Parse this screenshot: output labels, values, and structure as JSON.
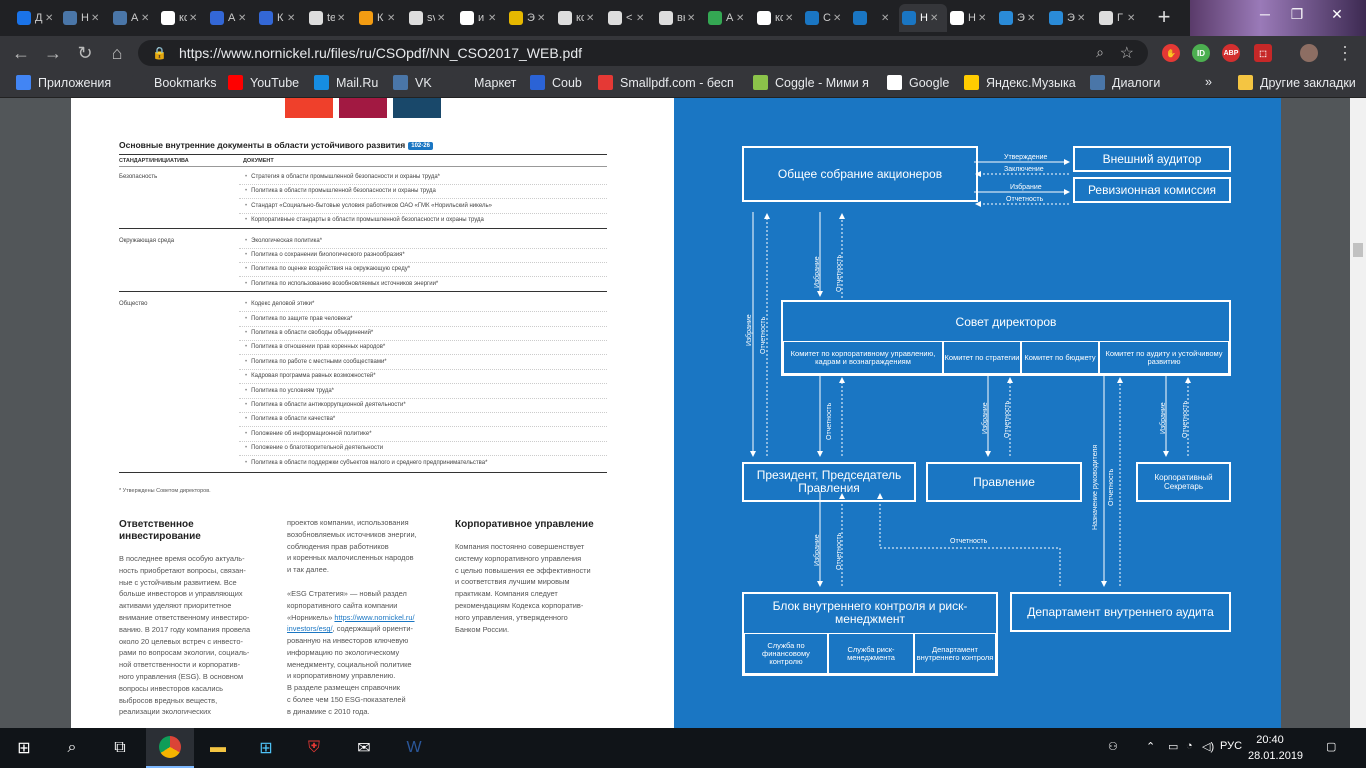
{
  "tabs": [
    {
      "title": "Д",
      "color": "#1a73e8",
      "icon": "chat-icon"
    },
    {
      "title": "Н",
      "color": "#4a76a8",
      "icon": "vk-icon"
    },
    {
      "title": "А",
      "color": "#4a76a8",
      "icon": "vk-icon"
    },
    {
      "title": "кс",
      "color": "#ffffff",
      "icon": "google-icon"
    },
    {
      "title": "А",
      "color": "#3367d6",
      "icon": "site-icon"
    },
    {
      "title": "К",
      "color": "#3367d6",
      "icon": "site-icon"
    },
    {
      "title": "te",
      "color": "#dddddd",
      "icon": "page-icon"
    },
    {
      "title": "К",
      "color": "#f39c12",
      "icon": "site-icon"
    },
    {
      "title": "sv",
      "color": "#dddddd",
      "icon": "page-icon"
    },
    {
      "title": "и",
      "color": "#ffffff",
      "icon": "google-icon"
    },
    {
      "title": "Э",
      "color": "#e6b800",
      "icon": "site-icon"
    },
    {
      "title": "кс",
      "color": "#dddddd",
      "icon": "page-icon"
    },
    {
      "title": "<",
      "color": "#dddddd",
      "icon": "page-icon"
    },
    {
      "title": "вы",
      "color": "#dddddd",
      "icon": "page-icon"
    },
    {
      "title": "А",
      "color": "#34a853",
      "icon": "site-icon"
    },
    {
      "title": "кс",
      "color": "#ffffff",
      "icon": "google-icon"
    },
    {
      "title": "С",
      "color": "#1a76c3",
      "icon": "nornickel-icon"
    },
    {
      "title": "",
      "color": "#1a76c3",
      "icon": "nornickel-icon"
    },
    {
      "title": "Н",
      "color": "#1a76c3",
      "icon": "nornickel-icon"
    },
    {
      "title": "Н",
      "color": "#ffffff",
      "icon": "site-icon"
    },
    {
      "title": "Э",
      "color": "#2a8bd8",
      "icon": "site-icon"
    },
    {
      "title": "Э",
      "color": "#2a8bd8",
      "icon": "site-icon"
    },
    {
      "title": "Г",
      "color": "#dddddd",
      "icon": "page-icon"
    }
  ],
  "active_tab_index": 18,
  "url": "https://www.nornickel.ru/files/ru/CSOpdf/NN_CSO2017_WEB.pdf",
  "bookmarks": [
    {
      "label": "Приложения",
      "icon": "apps-icon",
      "color": "#4285f4"
    },
    {
      "label": "Bookmarks",
      "icon": "star-icon",
      "color": "#35363a"
    },
    {
      "label": "YouTube",
      "icon": "youtube-icon",
      "color": "#ff0000"
    },
    {
      "label": "Mail.Ru",
      "icon": "mail-icon",
      "color": "#168de2"
    },
    {
      "label": "VK",
      "icon": "vk-icon",
      "color": "#4a76a8"
    },
    {
      "label": "Маркет",
      "icon": "market-icon",
      "color": "#35363a"
    },
    {
      "label": "Coub",
      "icon": "coub-icon",
      "color": "#2b63d6"
    },
    {
      "label": "Smallpdf.com - бесп",
      "icon": "smallpdf-icon",
      "color": "#e53935"
    },
    {
      "label": "Coggle - Мими я",
      "icon": "coggle-icon",
      "color": "#8bc34a"
    },
    {
      "label": "Google",
      "icon": "google-icon",
      "color": "#ffffff"
    },
    {
      "label": "Яндекс.Музыка",
      "icon": "yandex-music-icon",
      "color": "#ffcc00"
    },
    {
      "label": "Диалоги",
      "icon": "vk-icon",
      "color": "#4a76a8"
    }
  ],
  "bookmarks_more": "»",
  "other_bookmarks": "Другие закладки",
  "doc": {
    "title": "Основные внутренние документы в области устойчивого развития",
    "title_badge": "102-26",
    "col_standard": "СТАНДАРТ/ИНИЦИАТИВА",
    "col_document": "ДОКУМЕНТ",
    "groups": [
      {
        "category": "Безопасность",
        "items": [
          "Стратегия в области промышленной безопасности и охраны труда*",
          "Политика в области промышленной безопасности и охраны труда",
          "Стандарт «Социально-бытовые условия работников ОАО «ГМК «Норильский никель»",
          "Корпоративные стандарты в области промышленной безопасности и охраны труда"
        ]
      },
      {
        "category": "Окружающая среда",
        "items": [
          "Экологическая политика*",
          "Политика о сохранении биологического разнообразия*",
          "Политика по оценке воздействия на окружающую среду*",
          "Политика по использованию возобновляемых источников энергии*"
        ]
      },
      {
        "category": "Общество",
        "items": [
          "Кодекс деловой этики*",
          "Политика по защите прав человека*",
          "Политика в области свободы объединений*",
          "Политика в отношении прав коренных народов*",
          "Политика по работе с местными сообществами*",
          "Кадровая программа равных возможностей*",
          "Политика по условиям труда*",
          "Политика в области антикоррупционной деятельности*",
          "Политика в области качества*",
          "Положение об информационной политике*",
          "Положение о благотворительной деятельности",
          "Политика в области поддержки субъектов малого и среднего предпринимательства*"
        ]
      }
    ],
    "footnote": "* Утверждены Советом директоров.",
    "section1_title": "Ответственное инвестирование",
    "section1_lines": [
      "В последнее время особую актуаль-",
      "ность приобретают вопросы, связан-",
      "ные с устойчивым развитием. Все",
      "больше инвесторов и управляющих",
      "активами уделяют приоритетное",
      "внимание ответственному инвестиро-",
      "ванию. В 2017 году компания провела",
      "около 20 целевых встреч с инвесто-",
      "рами по вопросам экологии, социаль-",
      "ной ответственности и корпоратив-",
      "ного управления (ESG). В основном",
      "вопросы инвесторов касались",
      "выбросов вредных веществ,",
      "реализации экологических"
    ],
    "col2_lines_a": [
      "проектов компании, использования",
      "возобновляемых источников энергии,",
      "соблюдения прав работников",
      "и коренных малочисленных народов",
      "и так далее."
    ],
    "col2_p2_a": "«ESG Стратегия» — новый раздел",
    "col2_p2_b": "корпоративного сайта компании",
    "col2_p2_c": "«Норникель»",
    "col2_link1": "https://www.nornickel.ru/",
    "col2_link2": "investors/esg/",
    "col2_p2_d": ", содержащий ориенти-",
    "col2_lines_b": [
      "рованную на инвесторов ключевую",
      "информацию по экологическому",
      "менеджменту, социальной политике",
      "и корпоративному управлению.",
      "В разделе размещен справочник",
      "с более чем 150 ESG-показателей",
      "в динамике с 2010 года."
    ],
    "section2_title": "Корпоративное управление",
    "section2_lines": [
      "Компания постоянно совершенствует",
      "систему корпоративного управления",
      "с целью повышения ее эффективности",
      "и соответствия лучшим мировым",
      "практикам. Компания следует",
      "рекомендациям Кодекса корпоратив-",
      "ного управления, утвержденного",
      "Банком России."
    ]
  },
  "diagram": {
    "shareholders": "Общее собрание акционеров",
    "auditor": "Внешний аудитор",
    "revision": "Ревизионная комиссия",
    "board": "Совет директоров",
    "committees": [
      "Комитет по корпоративному управлению, кадрам и вознаграждениям",
      "Комитет по стратегии",
      "Комитет по бюджету",
      "Комитет по аудиту и устойчивому развитию"
    ],
    "president": "Президент, Председатель Правления",
    "management": "Правление",
    "secretary": "Корпоративный Секретарь",
    "internal_control": "Блок внутреннего контроля и риск-менеджмент",
    "ic_units": [
      "Служба по финансовому контролю",
      "Служба риск-менеджмента",
      "Департамент внутреннего контроля"
    ],
    "internal_audit": "Департамент внутреннего аудита",
    "approval": "Утверждение",
    "conclusion": "Заключение",
    "election": "Избрание",
    "reporting": "Отчетность",
    "appoint_head": "Назначение руководителя"
  },
  "taskbar": {
    "lang": "РУС",
    "time": "20:40",
    "date": "28.01.2019"
  }
}
